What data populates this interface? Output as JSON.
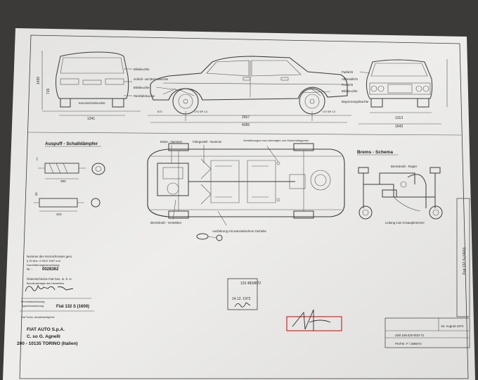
{
  "sheet": {
    "paper_color": "#e9e8e6",
    "background_color": "#3b3a38",
    "ink_color": "#2d2d2d",
    "stamp_color": "#c0302f"
  },
  "top_row": {
    "dims_rear": {
      "width": "1341",
      "height": "1430",
      "h2": "715"
    },
    "dims_side": {
      "wheelbase": "2557",
      "length": "4395",
      "overhang": "870"
    },
    "dims_front": {
      "width": "1313",
      "total": "1643"
    },
    "labels_rear": [
      "Blinkleuchte",
      "Schluß- und Bremsleuchte",
      "Blinkleuchte",
      "Rückfahrleuchte",
      "Kennzeichenleuchte"
    ],
    "labels_front": [
      "Parklicht",
      "Abblendlicht",
      "Fernlicht",
      "Blinkleuchte",
      "Begrenzungsleuchte"
    ],
    "tire_label": "175 SR 13"
  },
  "exhaust": {
    "title": "Auspuff - Schalldämpfer",
    "roman_1": "I",
    "roman_2": "II",
    "dims": [
      "390",
      "419"
    ]
  },
  "chassis": {
    "labels": [
      "Motor - Nummer",
      "Fahrgestell - Nummer",
      "Verstärkungen zum Anbringen von Sicherheitsgurten",
      "Bremskraft - Verstärker",
      "Ausführung mit automatischem Getriebe"
    ]
  },
  "brake": {
    "title": "Brems - Schema",
    "label_regler": "Bremskraft - Regler",
    "label_leitung": "Leitung zum Ansaugkrümmer"
  },
  "info": {
    "nummer_label": "Nummer des Verzeichnisses gem.",
    "nummer_sub1": "§ 20 Abs. 4 StVZ 1967 und",
    "nummer_sub2": "Durchführungsverordnung",
    "nr_label": "Nr. :",
    "nr_value": "0028362",
    "company": "Österreichische Fiat Ges. m. b. H.",
    "company_sub": "Bevollmächtigte des Herstellers",
    "type_label1": "Firmenbezeichnung",
    "type_label2": "Typenbezeichnung",
    "model": "Fiat 132 S (1600)",
    "small_note": "Fiat Torino, bevollmächtigt bei",
    "maker1": "FIAT AUTO S.p.A.",
    "maker2": "C. so G. Agnelli",
    "maker3": "200 - 10135 TORINO (Italien)"
  },
  "stamp": {
    "line1": "123 483/8/72",
    "line2": "14.12. 1972"
  },
  "title_block": {
    "side_text": "Fiat 132 S (1600)",
    "date": "16. August 1972",
    "zahl": "Zahl 189.030-8/20-72",
    "prueff": "Prüf-Nr. F / 2589/72"
  }
}
